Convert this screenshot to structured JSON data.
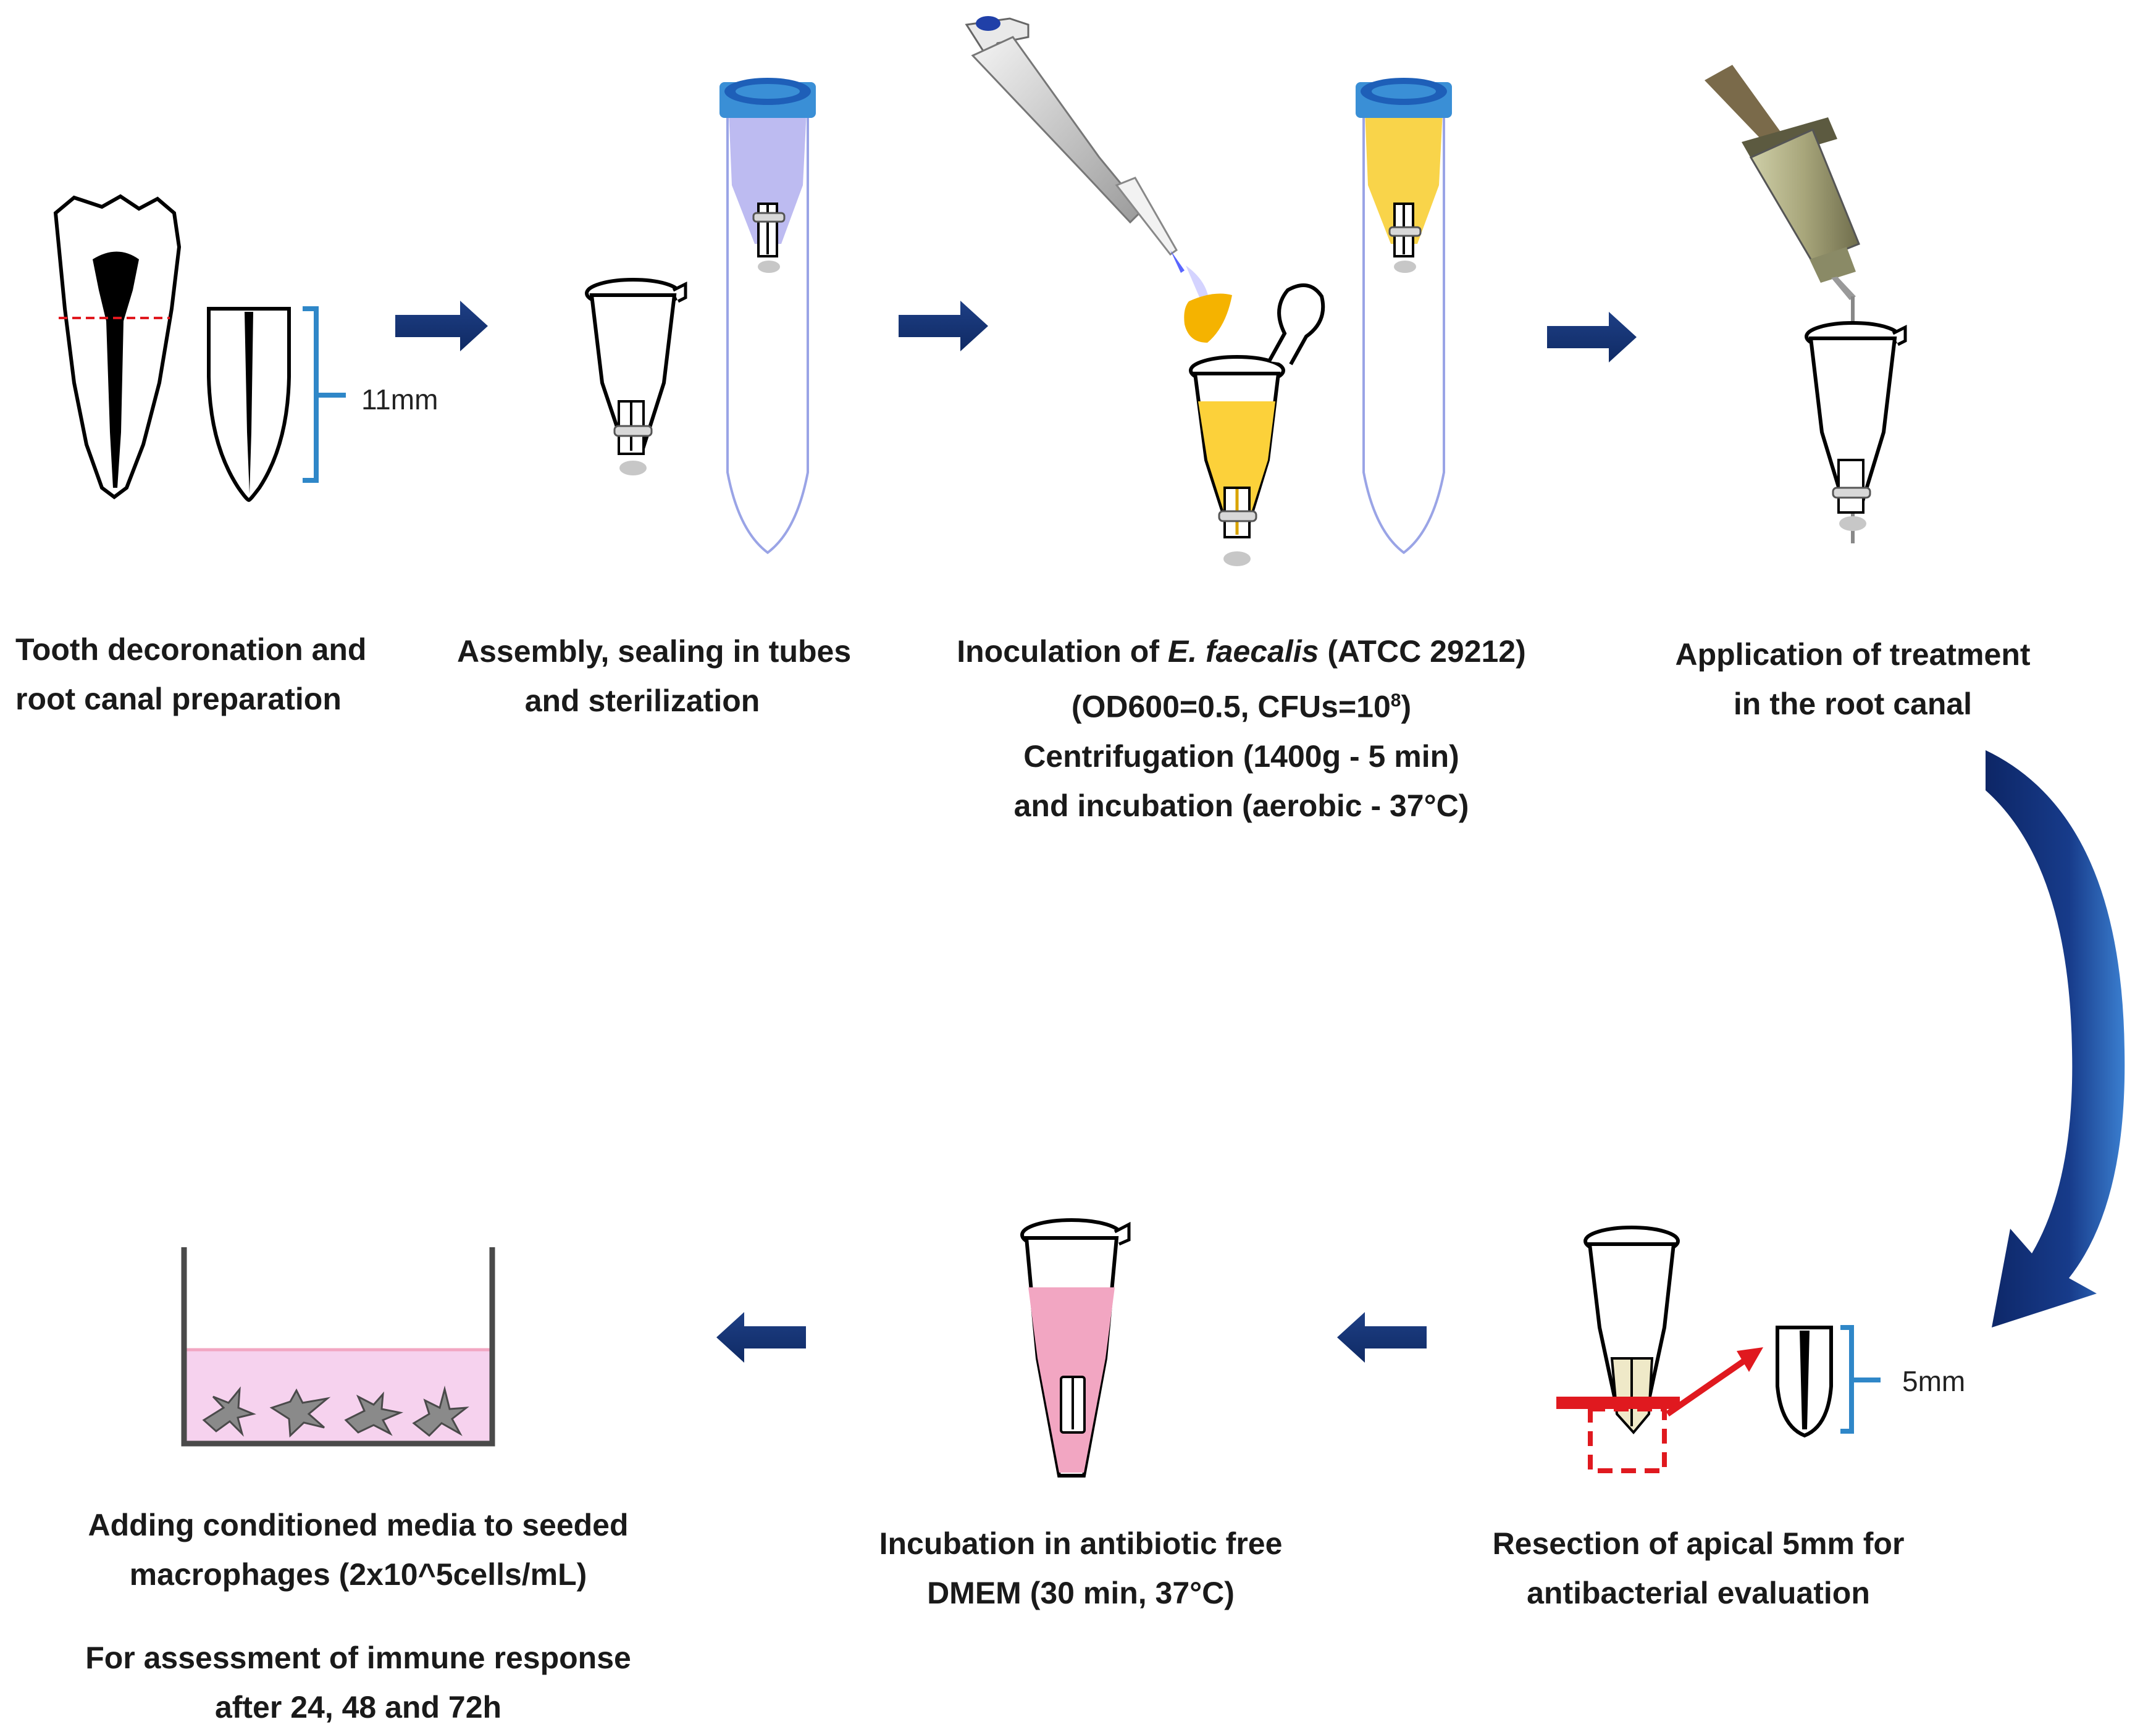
{
  "steps": {
    "decoronation": {
      "line1": "Tooth decoronation and",
      "line2": "root canal preparation"
    },
    "assembly": {
      "line1": "Assembly, sealing in tubes",
      "line2": "and sterilization"
    },
    "inoculation": {
      "line1_pre": "Inoculation of ",
      "line1_species": "E. faecalis",
      "line1_post": " (ATCC 29212)",
      "line2_pre": "(OD600=0.5, CFUs=10",
      "line2_exp": "8",
      "line2_post": ")",
      "line3": "Centrifugation (1400g - 5 min)",
      "line4": "and incubation (aerobic - 37°C)"
    },
    "treatment": {
      "line1": "Application of treatment",
      "line2": "in the root canal"
    },
    "resection": {
      "line1": "Resection of apical 5mm for",
      "line2": "antibacterial evaluation"
    },
    "incubation": {
      "line1": "Incubation in antibiotic free",
      "line2": "DMEM (30 min, 37°C)"
    },
    "conditioned": {
      "line1": "Adding conditioned media to seeded",
      "line2": "macrophages (2x10^5cells/mL)",
      "line3": "For assessment of immune response",
      "line4": "after 24, 48 and 72h"
    }
  },
  "dimensions": {
    "root_length": "11mm",
    "apical_length": "5mm"
  },
  "colors": {
    "arrow": "#1a3a7a",
    "bracket": "#2f87c8",
    "tube_outline": "#9aa4e6",
    "cap_blue": "#3a8fd6",
    "bacteria_yellow": "#f5c518",
    "dmem_pink": "#f2a6c2",
    "macrophage_media": "#f6d2ee",
    "cut_red": "#e0191f"
  },
  "icons": [
    "tooth-icon",
    "root-icon",
    "eppendorf-tube-icon",
    "falcon-tube-icon",
    "pipette-icon",
    "syringe-icon",
    "culture-well-icon",
    "macrophage-icon",
    "flow-arrow-icon",
    "curved-arrow-icon"
  ]
}
